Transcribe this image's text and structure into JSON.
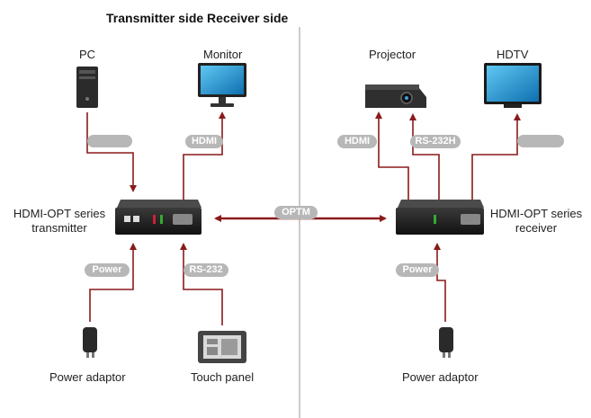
{
  "title": "Transmitter side Receiver side",
  "devices": {
    "pc": "PC",
    "monitor": "Monitor",
    "projector": "Projector",
    "hdtv": "HDTV",
    "transmitter_line1": "HDMI-OPT series",
    "transmitter_line2": "transmitter",
    "receiver_line1": "HDMI-OPT series",
    "receiver_line2": "receiver",
    "power_adaptor_tx": "Power adaptor",
    "touch_panel": "Touch panel",
    "power_adaptor_rx": "Power adaptor"
  },
  "connections": {
    "hdmi_tx": "HDMI",
    "optm": "OPTM",
    "hdmi_rx": "HDMI",
    "rs232h": "RS-232H",
    "power_tx": "Power",
    "rs232_tx": "RS-232",
    "power_rx": "Power"
  },
  "colors": {
    "link": "#8b1a1a",
    "cable": "#b7b7b7",
    "device_body": "#1c1c1c"
  }
}
